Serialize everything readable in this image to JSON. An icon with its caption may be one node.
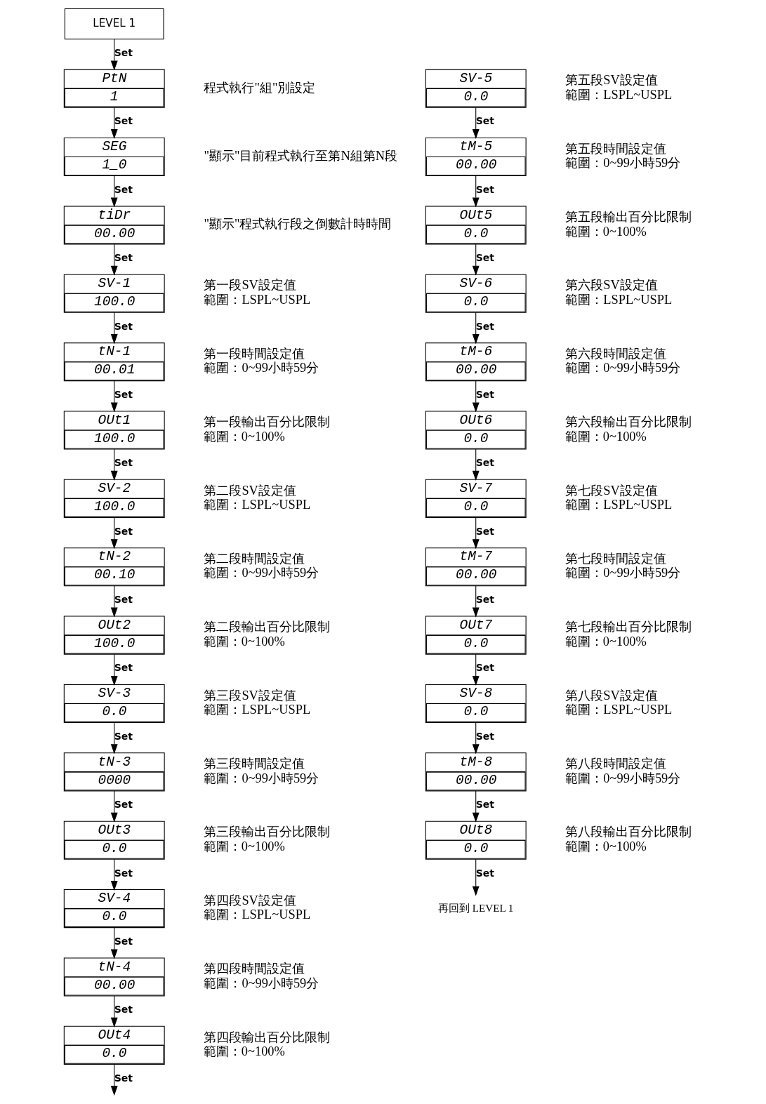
{
  "diagram": {
    "nodes": [
      {
        "text": [
          "LEVEL 1"
        ]
      },
      {
        "text": [
          "PtN",
          "1"
        ],
        "beside": [
          "程式執行\"組\"別設定"
        ]
      },
      {
        "text": [
          "SEG",
          "1_0"
        ],
        "beside": [
          "\"顯示\"目前程式執行至第N組第N段"
        ]
      },
      {
        "text": [
          "tiDr",
          "00.00"
        ],
        "beside": [
          "\"顯示\"程式執行段之倒數計時時間"
        ]
      },
      {
        "text": [
          "SV-1",
          "100.0"
        ],
        "beside": [
          "第一段SV設定值",
          "範圍：LSPL~USPL"
        ]
      },
      {
        "text": [
          "tN-1",
          "00.01"
        ],
        "beside": [
          "第一段時間設定值",
          "範圍：0~99小時59分"
        ]
      },
      {
        "text": [
          "OUt1",
          "100.0"
        ],
        "beside": [
          "第一段輸出百分比限制",
          "範圍：0~100%"
        ]
      },
      {
        "text": [
          "SV-2",
          "100.0"
        ],
        "beside": [
          "第二段SV設定值",
          "範圍：LSPL~USPL"
        ]
      },
      {
        "text": [
          "tN-2",
          "00.10"
        ],
        "beside": [
          "第二段時間設定值",
          "範圍：0~99小時59分"
        ]
      },
      {
        "text": [
          "OUt2",
          "100.0"
        ],
        "beside": [
          "第二段輸出百分比限制",
          "範圍：0~100%"
        ]
      },
      {
        "text": [
          "SV-3",
          "0.0"
        ],
        "beside": [
          "第三段SV設定值",
          "範圍：LSPL~USPL"
        ]
      },
      {
        "text": [
          "tN-3",
          "0000"
        ],
        "beside": [
          "第三段時間設定值",
          "範圍：0~99小時59分"
        ]
      },
      {
        "text": [
          "OUt3",
          "0.0"
        ],
        "beside": [
          "第三段輸出百分比限制",
          "範圍：0~100%"
        ]
      },
      {
        "text": [
          "SV-4",
          "0.0"
        ],
        "beside": [
          "第四段SV設定值",
          "範圍：LSPL~USPL"
        ]
      },
      {
        "text": [
          "tN-4",
          "00.00"
        ],
        "beside": [
          "第四段時間設定值",
          "範圍：0~99小時59分"
        ]
      },
      {
        "text": [
          "OUt4",
          "0.0"
        ],
        "beside": [
          "第四段輸出百分比限制",
          "範圍：0~100%"
        ]
      },
      {
        "text": [
          "SV-5",
          "0.0"
        ],
        "beside": [
          "第五段SV設定值",
          "範圍：LSPL~USPL"
        ]
      },
      {
        "text": [
          "tM-5",
          "00.00"
        ],
        "beside": [
          "第五段時間設定值",
          "範圍：0~99小時59分"
        ]
      },
      {
        "text": [
          "OUt5",
          "0.0"
        ],
        "beside": [
          "第五段輸出百分比限制",
          "範圍：0~100%"
        ]
      },
      {
        "text": [
          "SV-6",
          "0.0"
        ],
        "beside": [
          "第六段SV設定值",
          "範圍：LSPL~USPL"
        ]
      },
      {
        "text": [
          "tM-6",
          "00.00"
        ],
        "beside": [
          "第六段時間設定值",
          "範圍：0~99小時59分"
        ]
      },
      {
        "text": [
          "OUt6",
          "0.0"
        ],
        "beside": [
          "第六段輸出百分比限制",
          "範圍：0~100%"
        ]
      },
      {
        "text": [
          "SV-7",
          "0.0"
        ],
        "beside": [
          "第七段SV設定值",
          "範圍：LSPL~USPL"
        ]
      },
      {
        "text": [
          "tM-7",
          "00.00"
        ],
        "beside": [
          "第七段時間設定值",
          "範圍：0~99小時59分"
        ]
      },
      {
        "text": [
          "OUt7",
          "0.0"
        ],
        "beside": [
          "第七段輸出百分比限制",
          "範圍：0~100%"
        ]
      },
      {
        "text": [
          "SV-8",
          "0.0"
        ],
        "beside": [
          "第八段SV設定值",
          "範圍：LSPL~USPL"
        ]
      },
      {
        "text": [
          "tM-8",
          "00.00"
        ],
        "beside": [
          "第八段時間設定值",
          "範圍：0~99小時59分"
        ]
      },
      {
        "text": [
          "OUt8",
          "0.0"
        ],
        "beside": [
          "第八段輸出百分比限制",
          "範圍：0~100%"
        ]
      },
      {
        "text": [
          "再回到 LEVEL 1"
        ]
      }
    ],
    "edges": [
      {
        "from": 0,
        "to": 1,
        "arrow": "to",
        "label": "Set"
      },
      {
        "from": 1,
        "to": 2,
        "arrow": "to",
        "label": "Set"
      },
      {
        "from": 2,
        "to": 3,
        "arrow": "to",
        "label": "Set"
      },
      {
        "from": 3,
        "to": 4,
        "arrow": "to",
        "label": "Set"
      },
      {
        "from": 4,
        "to": 5,
        "arrow": "to",
        "label": "Set"
      },
      {
        "from": 5,
        "to": 6,
        "arrow": "to",
        "label": "Set"
      },
      {
        "from": 6,
        "to": 7,
        "arrow": "to",
        "label": "Set"
      },
      {
        "from": 7,
        "to": 8,
        "arrow": "to",
        "label": "Set"
      },
      {
        "from": 8,
        "to": 9,
        "arrow": "to",
        "label": "Set"
      },
      {
        "from": 9,
        "to": 10,
        "arrow": "to",
        "label": "Set"
      },
      {
        "from": 10,
        "to": 11,
        "arrow": "to",
        "label": "Set"
      },
      {
        "from": 11,
        "to": 12,
        "arrow": "to",
        "label": "Set"
      },
      {
        "from": 12,
        "to": 13,
        "arrow": "to",
        "label": "Set"
      },
      {
        "from": 13,
        "to": 14,
        "arrow": "to",
        "label": "Set"
      },
      {
        "from": 14,
        "to": 15,
        "arrow": "to",
        "label": "Set"
      },
      {
        "from": 15,
        "to": null,
        "arrow": "to",
        "label": "Set"
      },
      {
        "from": 16,
        "to": 17,
        "arrow": "to",
        "label": "Set"
      },
      {
        "from": 17,
        "to": 18,
        "arrow": "to",
        "label": "Set"
      },
      {
        "from": 18,
        "to": 19,
        "arrow": "to",
        "label": "Set"
      },
      {
        "from": 19,
        "to": 20,
        "arrow": "to",
        "label": "Set"
      },
      {
        "from": 20,
        "to": 21,
        "arrow": "to",
        "label": "Set"
      },
      {
        "from": 21,
        "to": 22,
        "arrow": "to",
        "label": "Set"
      },
      {
        "from": 22,
        "to": 23,
        "arrow": "to",
        "label": "Set"
      },
      {
        "from": 23,
        "to": 24,
        "arrow": "to",
        "label": "Set"
      },
      {
        "from": 24,
        "to": 25,
        "arrow": "to",
        "label": "Set"
      },
      {
        "from": 25,
        "to": 26,
        "arrow": "to",
        "label": "Set"
      },
      {
        "from": 26,
        "to": 27,
        "arrow": "to",
        "label": "Set"
      },
      {
        "from": 27,
        "to": 28,
        "arrow": "to",
        "label": "Set"
      }
    ]
  }
}
